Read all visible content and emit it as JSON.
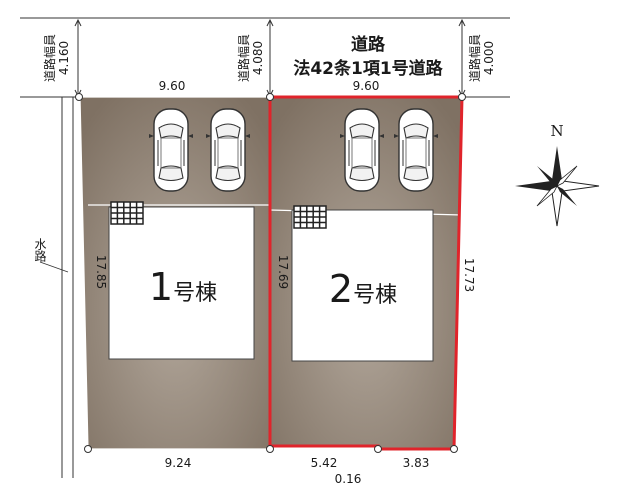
{
  "road": {
    "name": "道路",
    "law": "法42条1項1号道路",
    "width_label": "道路幅員",
    "width_left": "4.160",
    "width_mid": "4.080",
    "width_right": "4.000"
  },
  "waterway": {
    "label": "水路"
  },
  "north": {
    "label": "N"
  },
  "dimensions": {
    "lot1_top": "9.60",
    "lot2_top": "9.60",
    "lot1_left": "17.85",
    "lot2_left": "17.69",
    "lot2_right": "17.73",
    "lot1_bottom": "9.24",
    "lot2_bottom_left": "5.42",
    "lot2_bottom_right": "3.83",
    "lot2_jog": "0.16"
  },
  "buildings": [
    {
      "number": "1",
      "suffix": "号棟"
    },
    {
      "number": "2",
      "suffix": "号棟"
    }
  ],
  "colors": {
    "lot_fill": "#8b7d6e",
    "lot_highlight": "#a89c8f",
    "building_fill": "#ffffff",
    "boundary_highlight": "#e0242b"
  }
}
